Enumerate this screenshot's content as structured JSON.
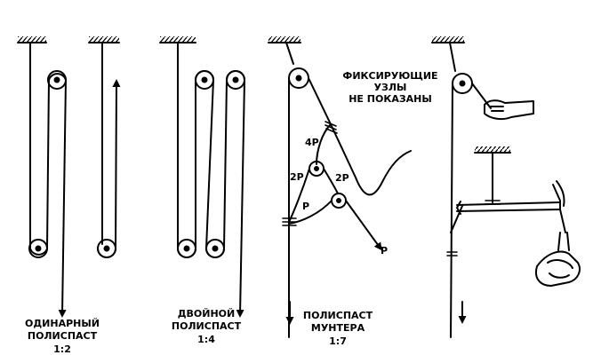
{
  "captions": {
    "single": {
      "line1": "ОДИНАРНЫЙ",
      "line2": "ПОЛИСПАСТ",
      "ratio": "1:2"
    },
    "double": {
      "line1": "ДВОЙНОЙ",
      "line2": "ПОЛИСПАСТ",
      "ratio": "1:4"
    },
    "munter": {
      "line1": "ПОЛИСПАСТ",
      "line2": "МУНТЕРА",
      "ratio": "1:7"
    }
  },
  "note": {
    "line1": "ФИКСИРУЮЩИЕ",
    "line2": "УЗЛЫ",
    "line3": "НЕ ПОКАЗАНЫ"
  },
  "forces": {
    "p4": "4P",
    "p2a": "2P",
    "p2b": "2P",
    "p1": "P",
    "pull": "P"
  },
  "colors": {
    "ink": "#000000",
    "paper": "#ffffff"
  }
}
